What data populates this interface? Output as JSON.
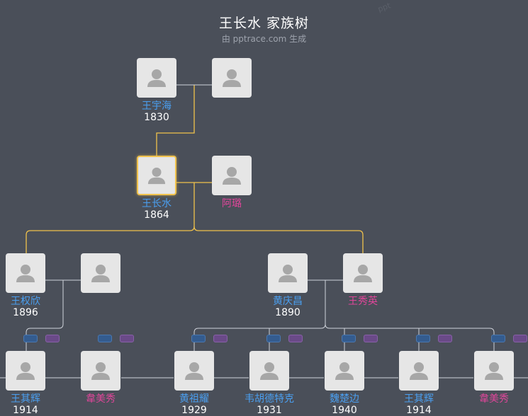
{
  "header": {
    "title": "王长水 家族树",
    "subtitle": "由 pptrace.com 生成",
    "watermark": "ppt"
  },
  "people": {
    "p1": {
      "name": "王宇海",
      "year": "1830",
      "gender": "male"
    },
    "p2": {
      "name": "",
      "year": "",
      "gender": "unknown"
    },
    "p3": {
      "name": "王长水",
      "year": "1864",
      "gender": "male"
    },
    "p4": {
      "name": "阿璐",
      "year": "",
      "gender": "female"
    },
    "p5": {
      "name": "王权欣",
      "year": "1896",
      "gender": "male"
    },
    "p6": {
      "name": "",
      "year": "",
      "gender": "unknown"
    },
    "p7": {
      "name": "黄庆昌",
      "year": "1890",
      "gender": "male"
    },
    "p8": {
      "name": "王秀英",
      "year": "",
      "gender": "female"
    },
    "p9": {
      "name": "王其辉",
      "year": "1914",
      "gender": "male"
    },
    "p10": {
      "name": "韋美秀",
      "year": "",
      "gender": "female"
    },
    "p11": {
      "name": "黄祖耀",
      "year": "1929",
      "gender": "male"
    },
    "p12": {
      "name": "韦胡德特克",
      "year": "1931",
      "gender": "male"
    },
    "p13": {
      "name": "魏楚边",
      "year": "1940",
      "gender": "male"
    },
    "p14": {
      "name": "王其辉",
      "year": "1914",
      "gender": "male"
    },
    "p15": {
      "name": "韋美秀",
      "year": "",
      "gender": "female"
    }
  },
  "colors": {
    "background": "#4a4f59",
    "male": "#4a9ff0",
    "female": "#e0469a",
    "highlight_line": "#f0c24c",
    "line": "#cfd3da"
  },
  "selected": "p3"
}
